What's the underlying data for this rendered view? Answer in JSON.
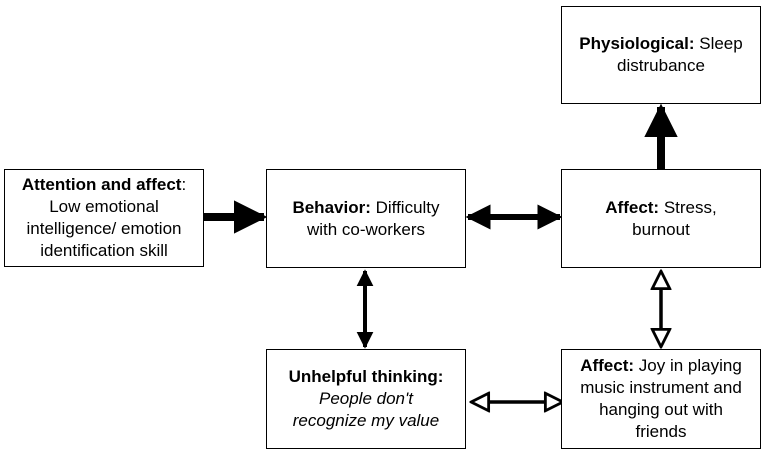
{
  "nodes": {
    "attention": {
      "title": "Attention and affect",
      "sep": ":",
      "lines": [
        "Low emotional",
        "intelligence/ emotion",
        "identification skill"
      ]
    },
    "behavior": {
      "title": "Behavior:",
      "text_inline": " Difficulty",
      "lines": [
        "with co-workers"
      ]
    },
    "affect_stress": {
      "title": "Affect:",
      "text_inline": " Stress,",
      "lines": [
        "burnout"
      ]
    },
    "physiological": {
      "title": "Physiological:",
      "text_inline": " Sleep",
      "lines": [
        "distrubance"
      ]
    },
    "unhelpful": {
      "title": "Unhelpful thinking:",
      "lines": [
        "People don't",
        "recognize my value"
      ]
    },
    "affect_joy": {
      "title": "Affect:",
      "text_inline": " Joy in playing",
      "lines": [
        "music instrument and",
        "hanging out with",
        "friends"
      ]
    }
  },
  "colors": {
    "stroke": "#000000",
    "background": "#ffffff"
  }
}
